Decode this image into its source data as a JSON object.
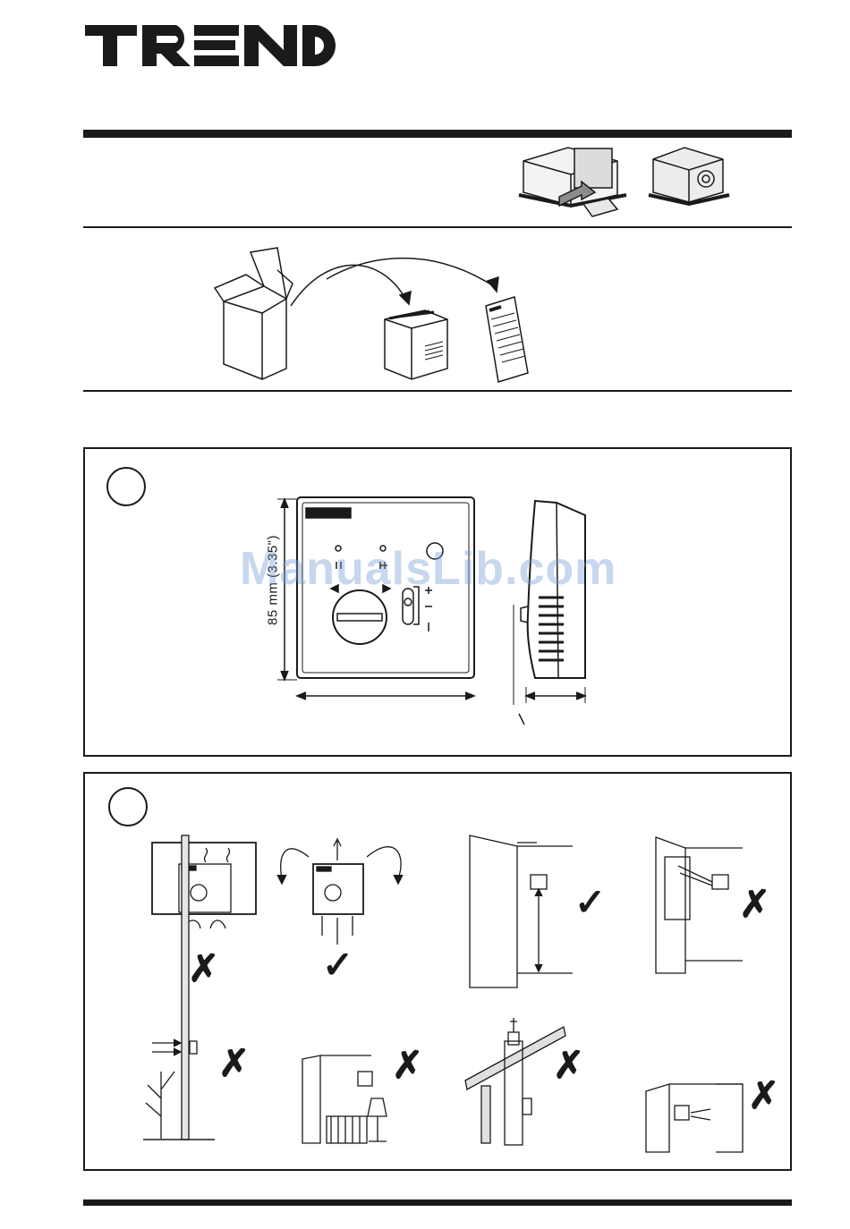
{
  "header": {
    "logo_text": "TREND"
  },
  "section1": {
    "step_number": "",
    "dimension_height": "85 mm (3.35\")"
  },
  "section2": {
    "step_number": ""
  },
  "watermark": "ManualsLib.com",
  "marks": {
    "correct": "✓",
    "incorrect": "✗"
  }
}
